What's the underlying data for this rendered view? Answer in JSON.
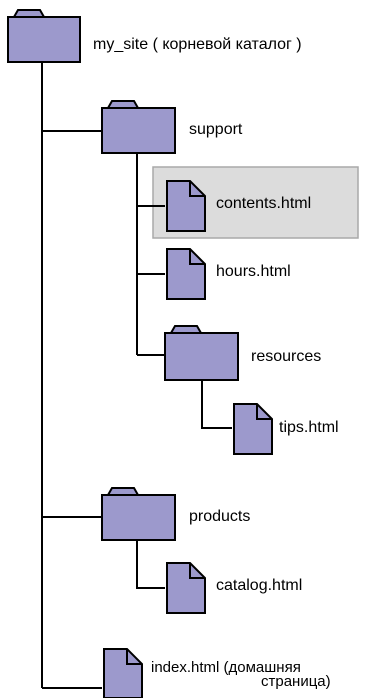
{
  "colors": {
    "folder_fill": "#9C99CC",
    "folder_stroke": "#000000",
    "line": "#000000",
    "highlight_fill": "#DCDCDC",
    "highlight_stroke": "#A9A9A9"
  },
  "tree": {
    "root_label": "my_site ( корневой каталог )",
    "support_label": "support",
    "contents_label": "contents.html",
    "hours_label": "hours.html",
    "resources_label": "resources",
    "tips_label": "tips.html",
    "products_label": "products",
    "catalog_label": "catalog.html",
    "index_label_line1": "index.html (домашняя",
    "index_label_line2": "страница)"
  }
}
